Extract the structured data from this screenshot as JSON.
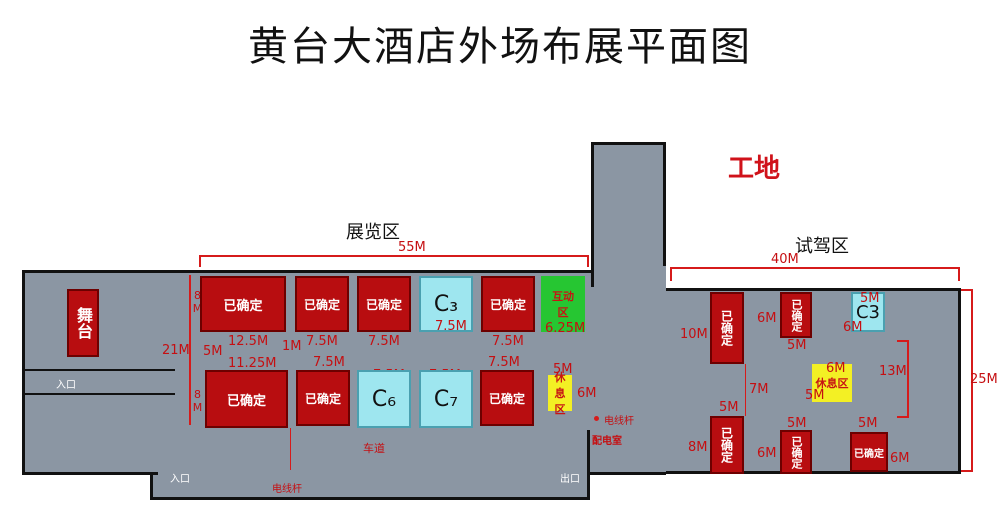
{
  "title": "黄台大酒店外场布展平面图",
  "zones": {
    "construction": "工地",
    "exhibition": "展览区",
    "test_drive": "试驾区"
  },
  "stage": "舞台",
  "road": "车道",
  "entrances": [
    "入口",
    "入口"
  ],
  "exit": "出口",
  "pole_1": "电线杆",
  "pole_2": "电线杆",
  "distribution_room": "配电室",
  "confirmed": "已确定",
  "confirmed_vertical": "已确定",
  "booth_labels": {
    "c3_a": "C₃",
    "c6": "C₆",
    "c7": "C₇",
    "c3_b": "C3",
    "interactive": "互动区",
    "rest_a": "休息区",
    "rest_b": "休息区"
  },
  "dimensions": {
    "exhibition_width": "55M",
    "test_drive_width": "40M",
    "total_height": "25M",
    "left_height": "21M",
    "gap_5m": "5M",
    "gap_1m": "1M",
    "row1_height": "8M",
    "row1_first_width": "12.5M",
    "row1_standard": "7.5M",
    "row1_booth_c3": "7.5M",
    "interactive_size": "6.25M",
    "row2_height": "8M",
    "row2_first_width": "11.25M",
    "row2_standard": "7.5M",
    "rest_width": "5M",
    "rest_height": "6M",
    "td_booth_height": "10M",
    "td_booth_width": "6M",
    "td_gap": "7M",
    "td_bottom_height": "8M",
    "td_5m": "5M",
    "td_13m": "13M",
    "td_6m": "6M"
  }
}
